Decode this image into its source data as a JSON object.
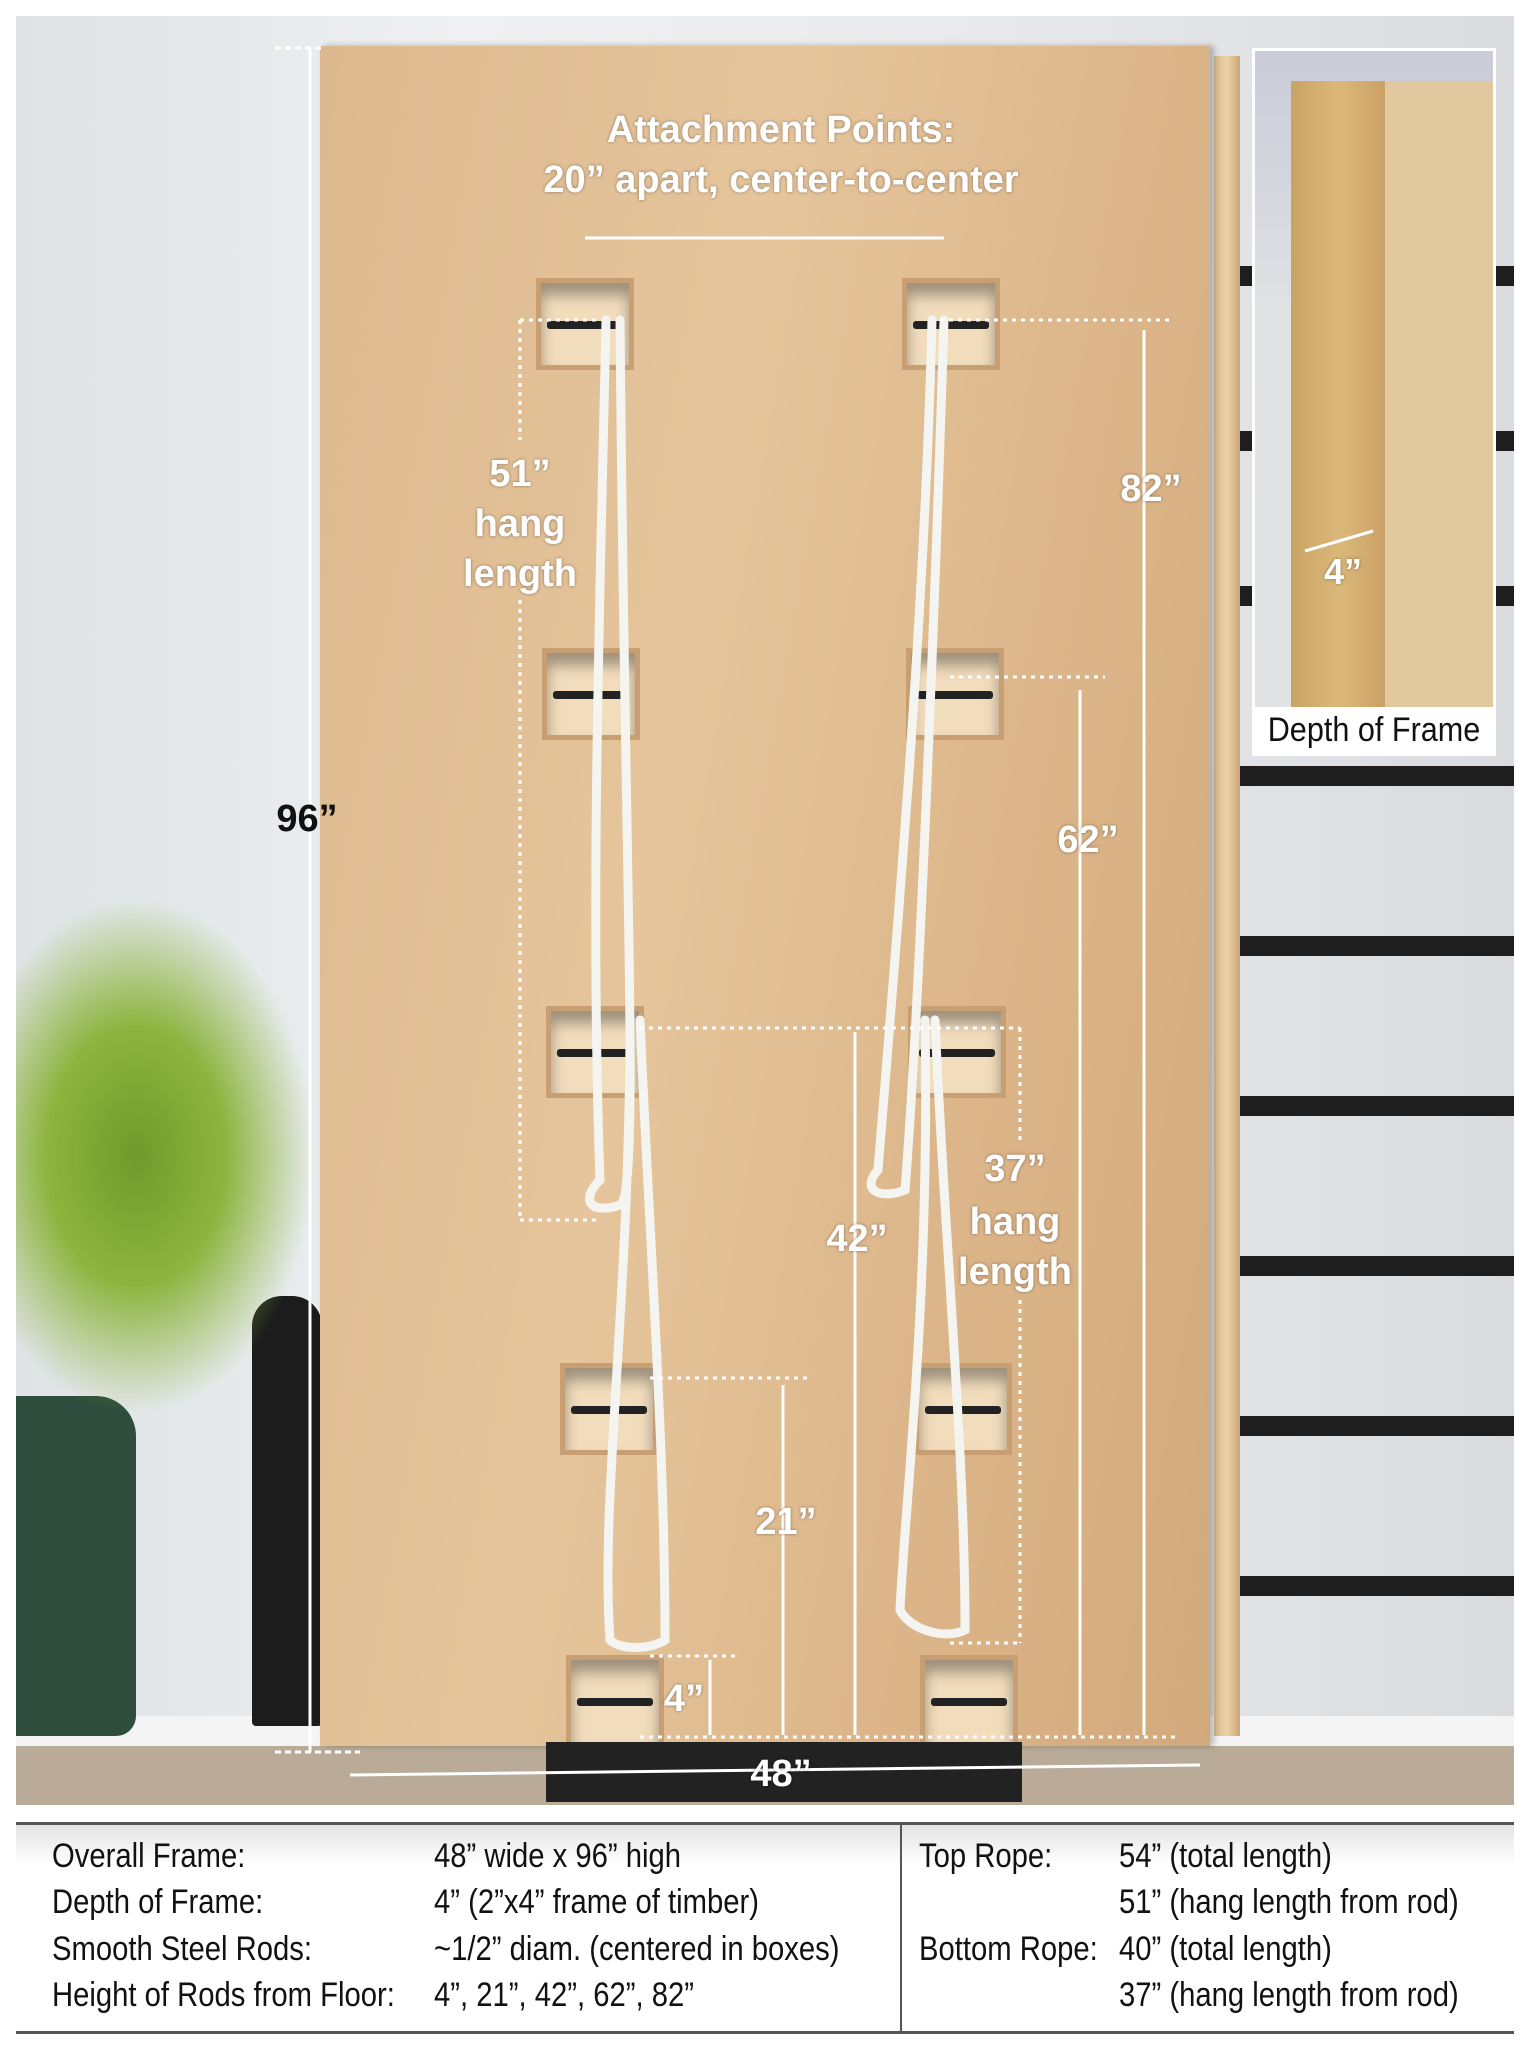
{
  "labels": {
    "attachment_title": "Attachment Points:",
    "attachment_sub": "20” apart, center-to-center",
    "height_96": "96”",
    "width_48": "48”",
    "top_hang_value": "51”",
    "top_hang_word1": "hang",
    "top_hang_word2": "length",
    "bottom_hang_value": "37”",
    "bottom_hang_word1": "hang",
    "bottom_hang_word2": "length",
    "rod_82": "82”",
    "rod_62": "62”",
    "rod_42": "42”",
    "rod_21": "21”",
    "rod_4": "4”"
  },
  "inset": {
    "depth_label": "4”",
    "caption": "Depth of Frame"
  },
  "specs": {
    "left": [
      {
        "label": "Overall Frame:",
        "value": "48” wide x 96” high"
      },
      {
        "label": "Depth of Frame:",
        "value": "4” (2”x4” frame of timber)"
      },
      {
        "label": "Smooth Steel Rods:",
        "value": "~1/2” diam. (centered in boxes)"
      },
      {
        "label": "Height of Rods from Floor:",
        "value": "4”, 21”, 42”, 62”, 82”"
      }
    ],
    "right": [
      {
        "label": "Top Rope:",
        "value": "54” (total length)"
      },
      {
        "label": "",
        "value": "51” (hang length from rod)"
      },
      {
        "label": "Bottom Rope:",
        "value": "40” (total length)"
      },
      {
        "label": "",
        "value": "37” (hang length from rod)"
      }
    ]
  }
}
